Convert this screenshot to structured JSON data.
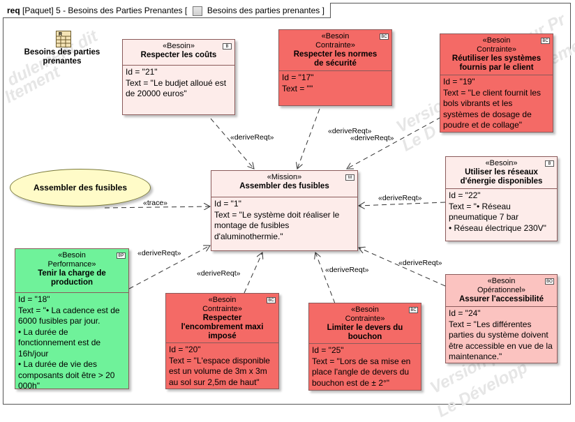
{
  "tab": {
    "prefix": "req",
    "kind": "[Paquet]",
    "title": "5 - Besoins des Parties Prenantes [",
    "diagram": "Besoins des parties prenantes",
    "close": "]"
  },
  "package": {
    "name": "Besoins des parties prenantes",
    "icon_letter": "R"
  },
  "watermarks": [
    "Version pour Pr",
    "Le Développement",
    "dulement dit",
    "ltement",
    "Version",
    "Le D",
    "Version pour",
    "Le Développ"
  ],
  "usecase": {
    "label": "Assembler des fusibles"
  },
  "mission": {
    "stereotype": "«Mission»",
    "name": "Assembler des fusibles",
    "lines": [
      "Id = \"1\"",
      "Text = \"Le système doit réaliser le",
      "montage de fusibles",
      "d'aluminothermie.\""
    ]
  },
  "boxes": [
    {
      "key": "b21",
      "stereo": [
        "«Besoin»"
      ],
      "name": [
        "Respecter les coûts"
      ],
      "icon": "B",
      "lines": [
        "Id = \"21\"",
        "Text = \"Le budjet alloué est",
        "de 20000 euros\""
      ],
      "color": "#fdecea"
    },
    {
      "key": "b17",
      "stereo": [
        "«Besoin",
        "Contrainte»"
      ],
      "name": [
        "Respecter les normes",
        "de sécurité"
      ],
      "icon": "BC",
      "lines": [
        "Id = \"17\"",
        "Text = \"\""
      ],
      "color": "#f46a66"
    },
    {
      "key": "b19",
      "stereo": [
        "«Besoin",
        "Contrainte»"
      ],
      "name": [
        "Réutiliser les systèmes",
        "fournis par le client"
      ],
      "icon": "BC",
      "lines": [
        "Id = \"19\"",
        "Text = \"Le client fournit les",
        "bols vibrants et les",
        "systèmes de dosage de",
        "poudre et de collage\""
      ],
      "color": "#f46a66"
    },
    {
      "key": "b22",
      "stereo": [
        "«Besoin»"
      ],
      "name": [
        "Utiliser les réseaux",
        "d'énergie disponibles"
      ],
      "icon": "B",
      "lines": [
        "Id = \"22\"",
        "Text = \"• Réseau",
        "pneumatique 7 bar",
        "• Réseau électrique 230V\""
      ],
      "color": "#fdecea"
    },
    {
      "key": "b24",
      "stereo": [
        "«Besoin",
        "Opérationnel»"
      ],
      "name": [
        "Assurer l'accessibilité"
      ],
      "icon": "BO",
      "lines": [
        "Id = \"24\"",
        "Text = \"Les différentes",
        "parties du système doivent",
        "être accessible en vue de la",
        "maintenance.\""
      ],
      "color": "#fbc3c0"
    },
    {
      "key": "b25",
      "stereo": [
        "«Besoin",
        "Contrainte»"
      ],
      "name": [
        "Limiter le devers du",
        "bouchon"
      ],
      "icon": "BC",
      "lines": [
        "Id = \"25\"",
        "Text = \"Lors de sa mise en",
        "place l'angle de devers du",
        "bouchon est de ± 2°\""
      ],
      "color": "#f46a66"
    },
    {
      "key": "b20",
      "stereo": [
        "«Besoin",
        "Contrainte»"
      ],
      "name": [
        "Respecter",
        "l'encombrement maxi",
        "imposé"
      ],
      "icon": "BC",
      "lines": [
        "Id = \"20\"",
        "Text = \"L'espace disponible",
        "est un volume de 3m x 3m",
        "au sol sur 2,5m de haut\""
      ],
      "color": "#f46a66"
    },
    {
      "key": "b18",
      "stereo": [
        "«Besoin",
        "Performance»"
      ],
      "name": [
        "Tenir la charge de",
        "production"
      ],
      "icon": "BP",
      "lines": [
        "Id = \"18\"",
        "Text = \"• La cadence est de",
        "6000 fusibles par jour.",
        "• La durée de",
        "fonctionnement est de",
        "16h/jour",
        "• La durée de vie des",
        "composants doit être > 20",
        "000h\""
      ],
      "color": "#6ff29a"
    }
  ],
  "relations": [
    {
      "key": "r21",
      "label": "«deriveReqt»"
    },
    {
      "key": "r17",
      "label": "«deriveReqt»"
    },
    {
      "key": "r19",
      "label": "«deriveReqt»"
    },
    {
      "key": "r22",
      "label": "«deriveReqt»"
    },
    {
      "key": "r24",
      "label": "«deriveReqt»"
    },
    {
      "key": "r25",
      "label": "«deriveReqt»"
    },
    {
      "key": "r20",
      "label": "«deriveReqt»"
    },
    {
      "key": "r18",
      "label": "«deriveReqt»"
    },
    {
      "key": "trace",
      "label": "«trace»"
    }
  ]
}
